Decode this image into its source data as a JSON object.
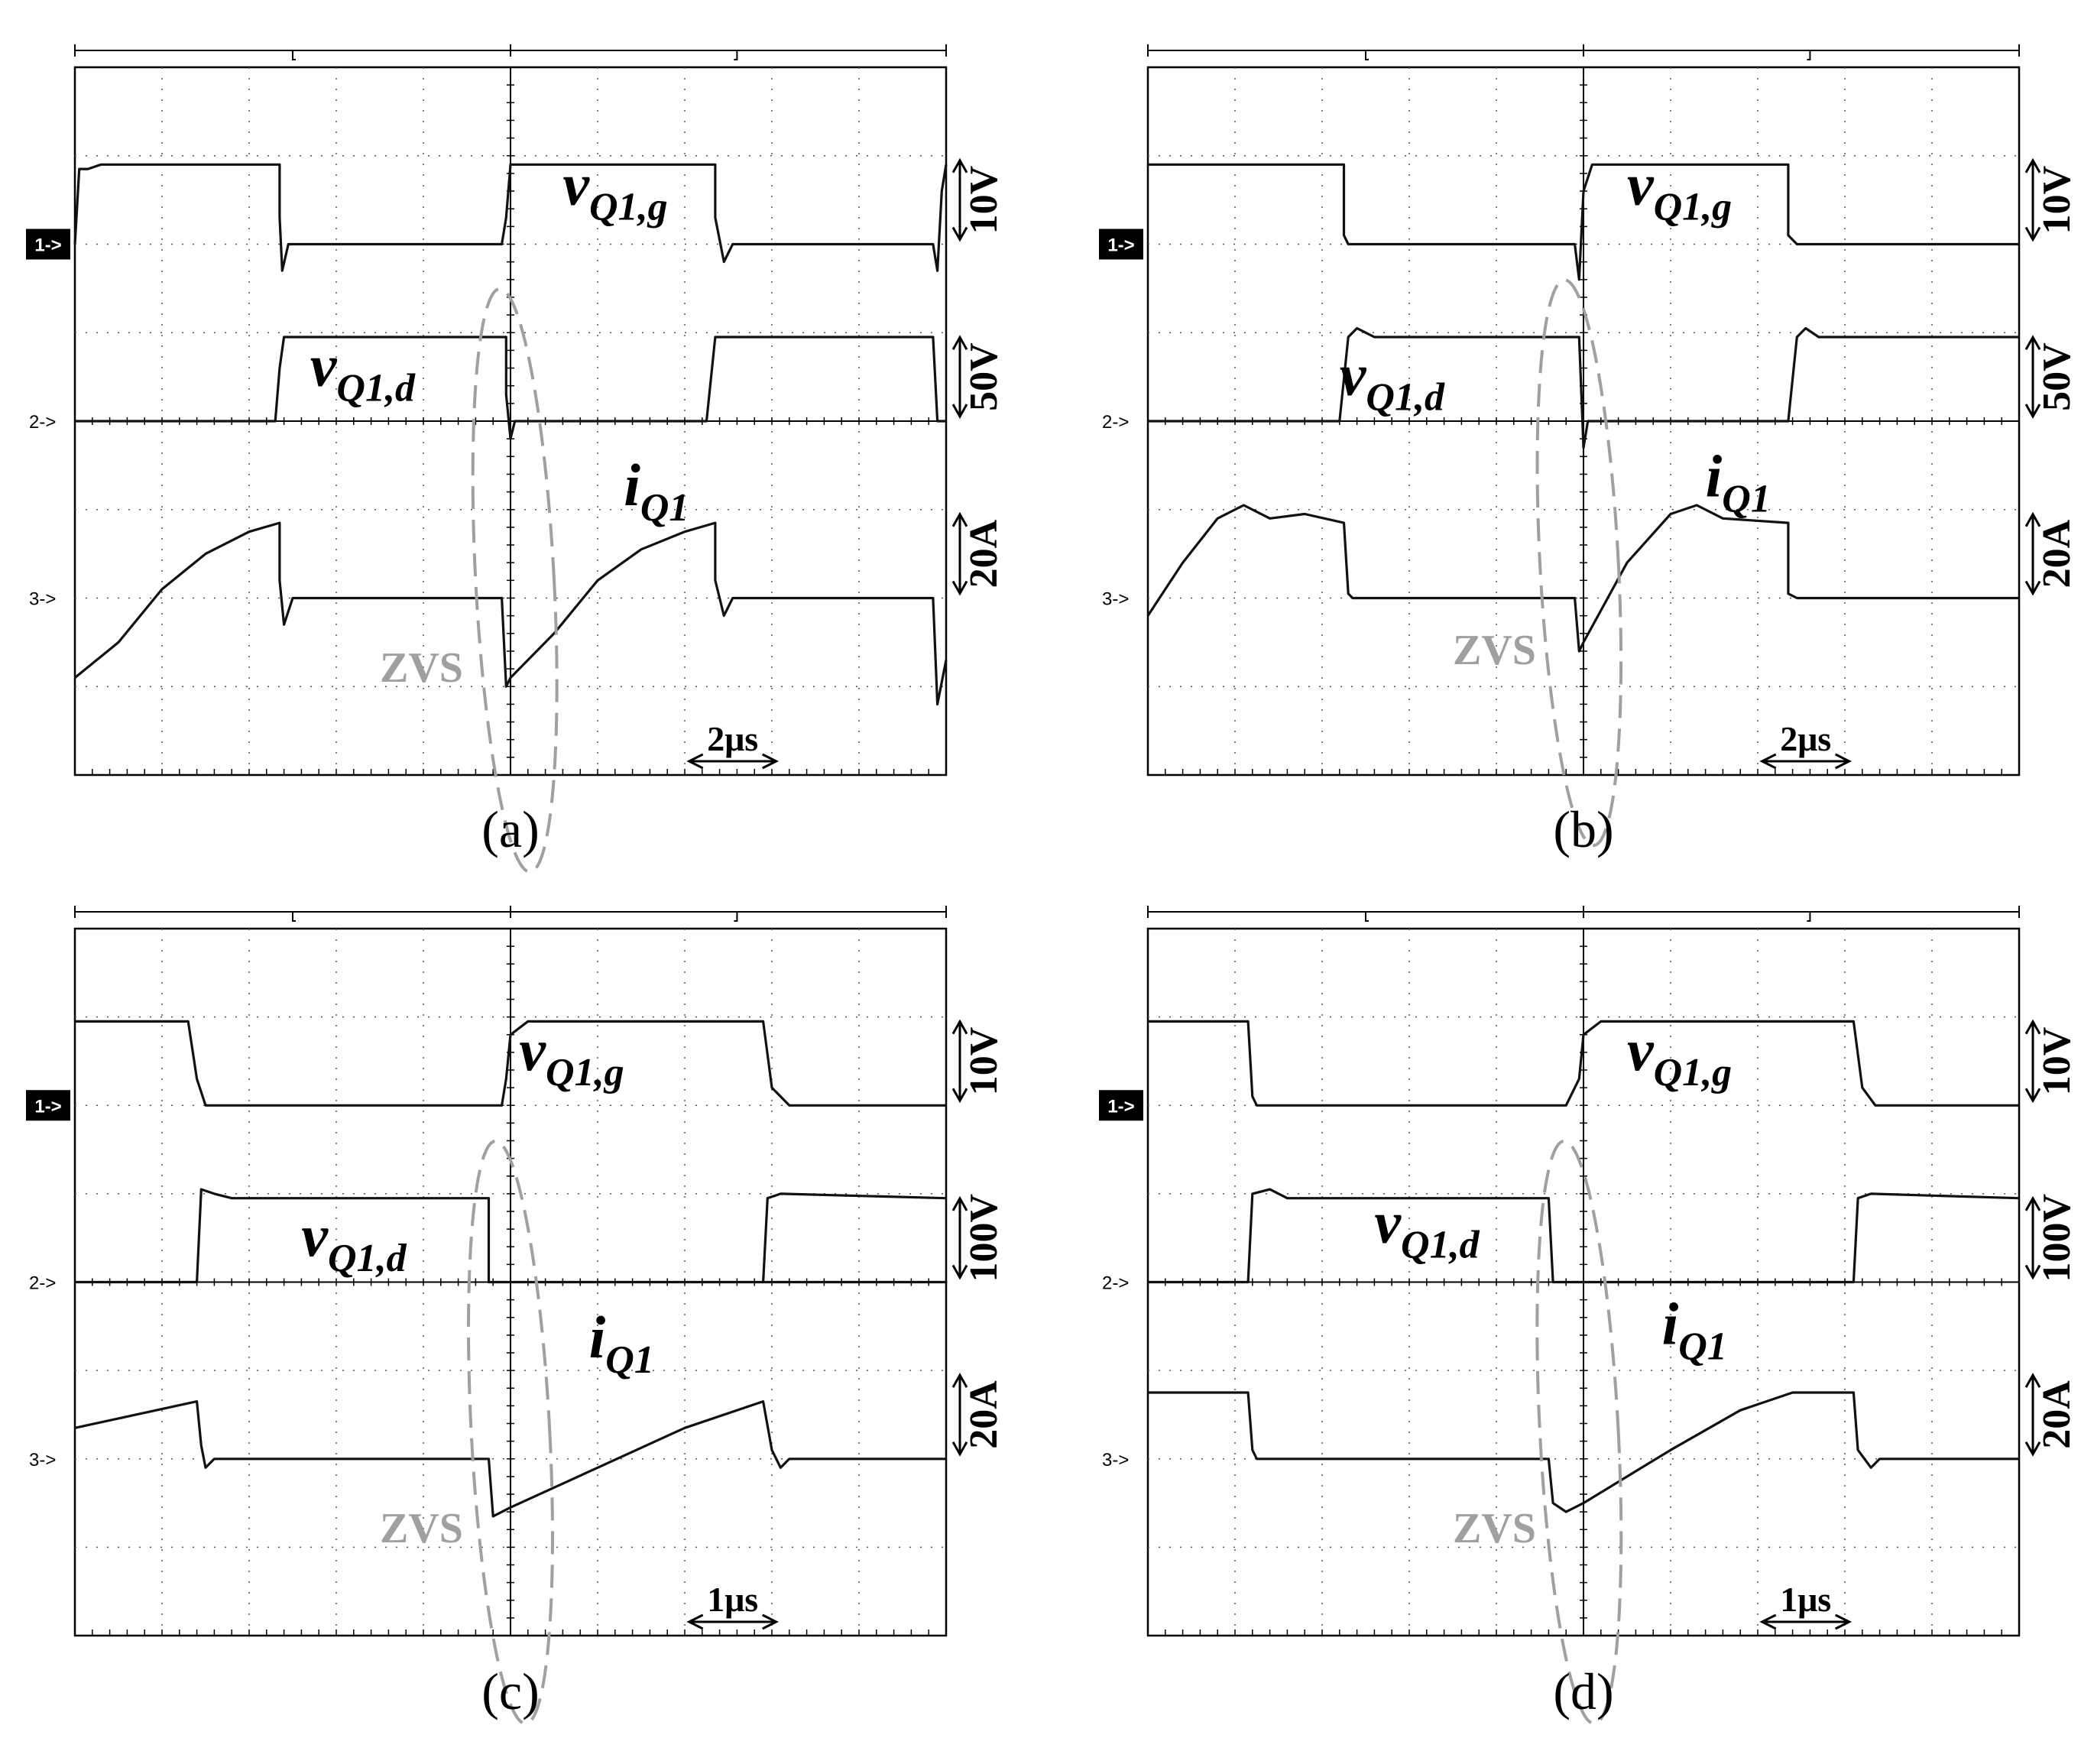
{
  "figure": {
    "panels": [
      {
        "id": "a",
        "caption": "(a)",
        "time_scale": "2μs",
        "channels": [
          {
            "marker": "1->",
            "label_main": "v",
            "label_sub": "Q1,g",
            "scale": "10V",
            "highlight": true
          },
          {
            "marker": "2->",
            "label_main": "v",
            "label_sub": "Q1,d",
            "scale": "50V",
            "highlight": false
          },
          {
            "marker": "3->",
            "label_main": "i",
            "label_sub": "Q1",
            "scale": "20A",
            "highlight": false
          }
        ],
        "annotation": "ZVS"
      },
      {
        "id": "b",
        "caption": "(b)",
        "time_scale": "2μs",
        "channels": [
          {
            "marker": "1->",
            "label_main": "v",
            "label_sub": "Q1,g",
            "scale": "10V",
            "highlight": true
          },
          {
            "marker": "2->",
            "label_main": "v",
            "label_sub": "Q1,d",
            "scale": "50V",
            "highlight": false
          },
          {
            "marker": "3->",
            "label_main": "i",
            "label_sub": "Q1",
            "scale": "20A",
            "highlight": false
          }
        ],
        "annotation": "ZVS"
      },
      {
        "id": "c",
        "caption": "(c)",
        "time_scale": "1μs",
        "channels": [
          {
            "marker": "1->",
            "label_main": "v",
            "label_sub": "Q1,g",
            "scale": "10V",
            "highlight": true
          },
          {
            "marker": "2->",
            "label_main": "v",
            "label_sub": "Q1,d",
            "scale": "100V",
            "highlight": false
          },
          {
            "marker": "3->",
            "label_main": "i",
            "label_sub": "Q1",
            "scale": "20A",
            "highlight": false
          }
        ],
        "annotation": "ZVS"
      },
      {
        "id": "d",
        "caption": "(d)",
        "time_scale": "1μs",
        "channels": [
          {
            "marker": "1->",
            "label_main": "v",
            "label_sub": "Q1,g",
            "scale": "10V",
            "highlight": true
          },
          {
            "marker": "2->",
            "label_main": "v",
            "label_sub": "Q1,d",
            "scale": "100V",
            "highlight": false
          },
          {
            "marker": "3->",
            "label_main": "i",
            "label_sub": "Q1",
            "scale": "20A",
            "highlight": false
          }
        ],
        "annotation": "ZVS"
      }
    ]
  },
  "chart_data": [
    {
      "type": "line",
      "panel": "a",
      "x_unit": "div",
      "xlim": [
        0,
        10
      ],
      "x_per_div": "2μs",
      "series": [
        {
          "name": "v_Q1,g",
          "y_unit": "div",
          "y_scale": "10V/div",
          "points": [
            [
              0,
              0
            ],
            [
              0.05,
              0.85
            ],
            [
              0.15,
              0.85
            ],
            [
              0.3,
              0.9
            ],
            [
              2.35,
              0.9
            ],
            [
              2.35,
              0.3
            ],
            [
              2.38,
              -0.3
            ],
            [
              2.45,
              0
            ],
            [
              4.9,
              0
            ],
            [
              4.95,
              0.3
            ],
            [
              5.0,
              0.9
            ],
            [
              7.35,
              0.9
            ],
            [
              7.35,
              0.3
            ],
            [
              7.45,
              -0.2
            ],
            [
              7.55,
              0
            ],
            [
              9.85,
              0
            ],
            [
              9.9,
              -0.3
            ],
            [
              9.95,
              0.6
            ],
            [
              10,
              0.9
            ]
          ]
        },
        {
          "name": "v_Q1,d",
          "y_unit": "div",
          "y_scale": "50V/div",
          "points": [
            [
              0,
              0
            ],
            [
              2.3,
              0
            ],
            [
              2.35,
              0.6
            ],
            [
              2.4,
              0.95
            ],
            [
              4.95,
              0.95
            ],
            [
              4.95,
              0.3
            ],
            [
              5.0,
              -0.2
            ],
            [
              5.05,
              0
            ],
            [
              7.25,
              0
            ],
            [
              7.35,
              0.95
            ],
            [
              9.85,
              0.95
            ],
            [
              9.9,
              0
            ],
            [
              10,
              0
            ]
          ]
        },
        {
          "name": "i_Q1",
          "y_unit": "div",
          "y_scale": "20A/div",
          "points": [
            [
              0,
              -0.9
            ],
            [
              0.5,
              -0.5
            ],
            [
              1.0,
              0.1
            ],
            [
              1.5,
              0.5
            ],
            [
              2.0,
              0.75
            ],
            [
              2.35,
              0.85
            ],
            [
              2.35,
              0.2
            ],
            [
              2.4,
              -0.3
            ],
            [
              2.5,
              0
            ],
            [
              4.9,
              0
            ],
            [
              4.95,
              -1.0
            ],
            [
              5.0,
              -0.9
            ],
            [
              5.5,
              -0.4
            ],
            [
              6.0,
              0.2
            ],
            [
              6.5,
              0.55
            ],
            [
              7.0,
              0.75
            ],
            [
              7.35,
              0.85
            ],
            [
              7.35,
              0.2
            ],
            [
              7.45,
              -0.2
            ],
            [
              7.55,
              0
            ],
            [
              9.85,
              0
            ],
            [
              9.9,
              -1.2
            ],
            [
              10,
              -0.7
            ]
          ]
        }
      ]
    },
    {
      "type": "line",
      "panel": "b",
      "x_unit": "div",
      "xlim": [
        0,
        10
      ],
      "x_per_div": "2μs",
      "series": [
        {
          "name": "v_Q1,g",
          "y_unit": "div",
          "y_scale": "10V/div",
          "points": [
            [
              0,
              0.9
            ],
            [
              2.25,
              0.9
            ],
            [
              2.25,
              0.1
            ],
            [
              2.3,
              0
            ],
            [
              4.9,
              0
            ],
            [
              4.95,
              -0.4
            ],
            [
              5.0,
              0.6
            ],
            [
              5.1,
              0.9
            ],
            [
              7.35,
              0.9
            ],
            [
              7.35,
              0.1
            ],
            [
              7.45,
              0
            ],
            [
              10,
              0
            ]
          ]
        },
        {
          "name": "v_Q1,d",
          "y_unit": "div",
          "y_scale": "50V/div",
          "points": [
            [
              0,
              0
            ],
            [
              2.2,
              0
            ],
            [
              2.3,
              0.95
            ],
            [
              2.4,
              1.05
            ],
            [
              2.6,
              0.95
            ],
            [
              4.95,
              0.95
            ],
            [
              5.0,
              -0.3
            ],
            [
              5.05,
              0
            ],
            [
              7.35,
              0
            ],
            [
              7.45,
              0.95
            ],
            [
              7.55,
              1.05
            ],
            [
              7.7,
              0.95
            ],
            [
              10,
              0.95
            ]
          ]
        },
        {
          "name": "i_Q1",
          "y_unit": "div",
          "y_scale": "20A/div",
          "points": [
            [
              0,
              -0.2
            ],
            [
              0.4,
              0.4
            ],
            [
              0.8,
              0.9
            ],
            [
              1.1,
              1.05
            ],
            [
              1.4,
              0.9
            ],
            [
              1.8,
              0.95
            ],
            [
              2.25,
              0.85
            ],
            [
              2.3,
              0.05
            ],
            [
              2.35,
              0
            ],
            [
              4.9,
              0
            ],
            [
              4.95,
              -0.6
            ],
            [
              5.0,
              -0.5
            ],
            [
              5.5,
              0.4
            ],
            [
              6.0,
              0.95
            ],
            [
              6.3,
              1.05
            ],
            [
              6.6,
              0.9
            ],
            [
              7.35,
              0.85
            ],
            [
              7.35,
              0.05
            ],
            [
              7.45,
              0
            ],
            [
              10,
              0
            ]
          ]
        }
      ]
    },
    {
      "type": "line",
      "panel": "c",
      "x_unit": "div",
      "xlim": [
        0,
        10
      ],
      "x_per_div": "1μs",
      "series": [
        {
          "name": "v_Q1,g",
          "y_unit": "div",
          "y_scale": "10V/div",
          "points": [
            [
              0,
              0.95
            ],
            [
              1.3,
              0.95
            ],
            [
              1.4,
              0.3
            ],
            [
              1.5,
              0
            ],
            [
              4.9,
              0
            ],
            [
              4.95,
              0.3
            ],
            [
              5.0,
              0.8
            ],
            [
              5.2,
              0.95
            ],
            [
              7.9,
              0.95
            ],
            [
              8.0,
              0.2
            ],
            [
              8.2,
              0
            ],
            [
              10,
              0
            ]
          ]
        },
        {
          "name": "v_Q1,d",
          "y_unit": "div",
          "y_scale": "100V/div",
          "points": [
            [
              0,
              0
            ],
            [
              1.4,
              0
            ],
            [
              1.45,
              1.05
            ],
            [
              1.6,
              1.0
            ],
            [
              1.8,
              0.95
            ],
            [
              4.75,
              0.95
            ],
            [
              4.75,
              0
            ],
            [
              10,
              0
            ],
            [
              7.9,
              0
            ],
            [
              7.95,
              0.95
            ],
            [
              8.1,
              1.0
            ],
            [
              10,
              0.95
            ]
          ]
        },
        {
          "name": "i_Q1",
          "y_unit": "div",
          "y_scale": "20A/div",
          "points": [
            [
              0,
              0.35
            ],
            [
              1.4,
              0.65
            ],
            [
              1.45,
              0.15
            ],
            [
              1.5,
              -0.1
            ],
            [
              1.6,
              0
            ],
            [
              4.75,
              0
            ],
            [
              4.8,
              -0.65
            ],
            [
              5.0,
              -0.55
            ],
            [
              6.0,
              -0.1
            ],
            [
              7.0,
              0.35
            ],
            [
              7.9,
              0.65
            ],
            [
              8.0,
              0.1
            ],
            [
              8.1,
              -0.1
            ],
            [
              8.2,
              0
            ],
            [
              10,
              0
            ]
          ]
        }
      ]
    },
    {
      "type": "line",
      "panel": "d",
      "x_unit": "div",
      "xlim": [
        0,
        10
      ],
      "x_per_div": "1μs",
      "series": [
        {
          "name": "v_Q1,g",
          "y_unit": "div",
          "y_scale": "10V/div",
          "points": [
            [
              0,
              0.95
            ],
            [
              1.15,
              0.95
            ],
            [
              1.2,
              0.1
            ],
            [
              1.25,
              0
            ],
            [
              4.8,
              0
            ],
            [
              4.95,
              0.3
            ],
            [
              5.0,
              0.8
            ],
            [
              5.2,
              0.95
            ],
            [
              8.1,
              0.95
            ],
            [
              8.2,
              0.2
            ],
            [
              8.35,
              0
            ],
            [
              10,
              0
            ]
          ]
        },
        {
          "name": "v_Q1,d",
          "y_unit": "div",
          "y_scale": "100V/div",
          "points": [
            [
              0,
              0
            ],
            [
              1.15,
              0
            ],
            [
              1.2,
              1.0
            ],
            [
              1.4,
              1.05
            ],
            [
              1.6,
              0.95
            ],
            [
              4.6,
              0.95
            ],
            [
              4.65,
              0
            ],
            [
              8.1,
              0
            ],
            [
              8.15,
              0.95
            ],
            [
              8.3,
              1.0
            ],
            [
              10,
              0.95
            ]
          ]
        },
        {
          "name": "i_Q1",
          "y_unit": "div",
          "y_scale": "20A/div",
          "points": [
            [
              0,
              0.75
            ],
            [
              1.15,
              0.75
            ],
            [
              1.2,
              0.1
            ],
            [
              1.25,
              0
            ],
            [
              4.6,
              0
            ],
            [
              4.65,
              -0.5
            ],
            [
              4.8,
              -0.6
            ],
            [
              5.0,
              -0.5
            ],
            [
              6.0,
              0.1
            ],
            [
              6.8,
              0.55
            ],
            [
              7.4,
              0.75
            ],
            [
              8.1,
              0.75
            ],
            [
              8.15,
              0.1
            ],
            [
              8.3,
              -0.1
            ],
            [
              8.4,
              0
            ],
            [
              10,
              0
            ]
          ]
        }
      ]
    }
  ]
}
